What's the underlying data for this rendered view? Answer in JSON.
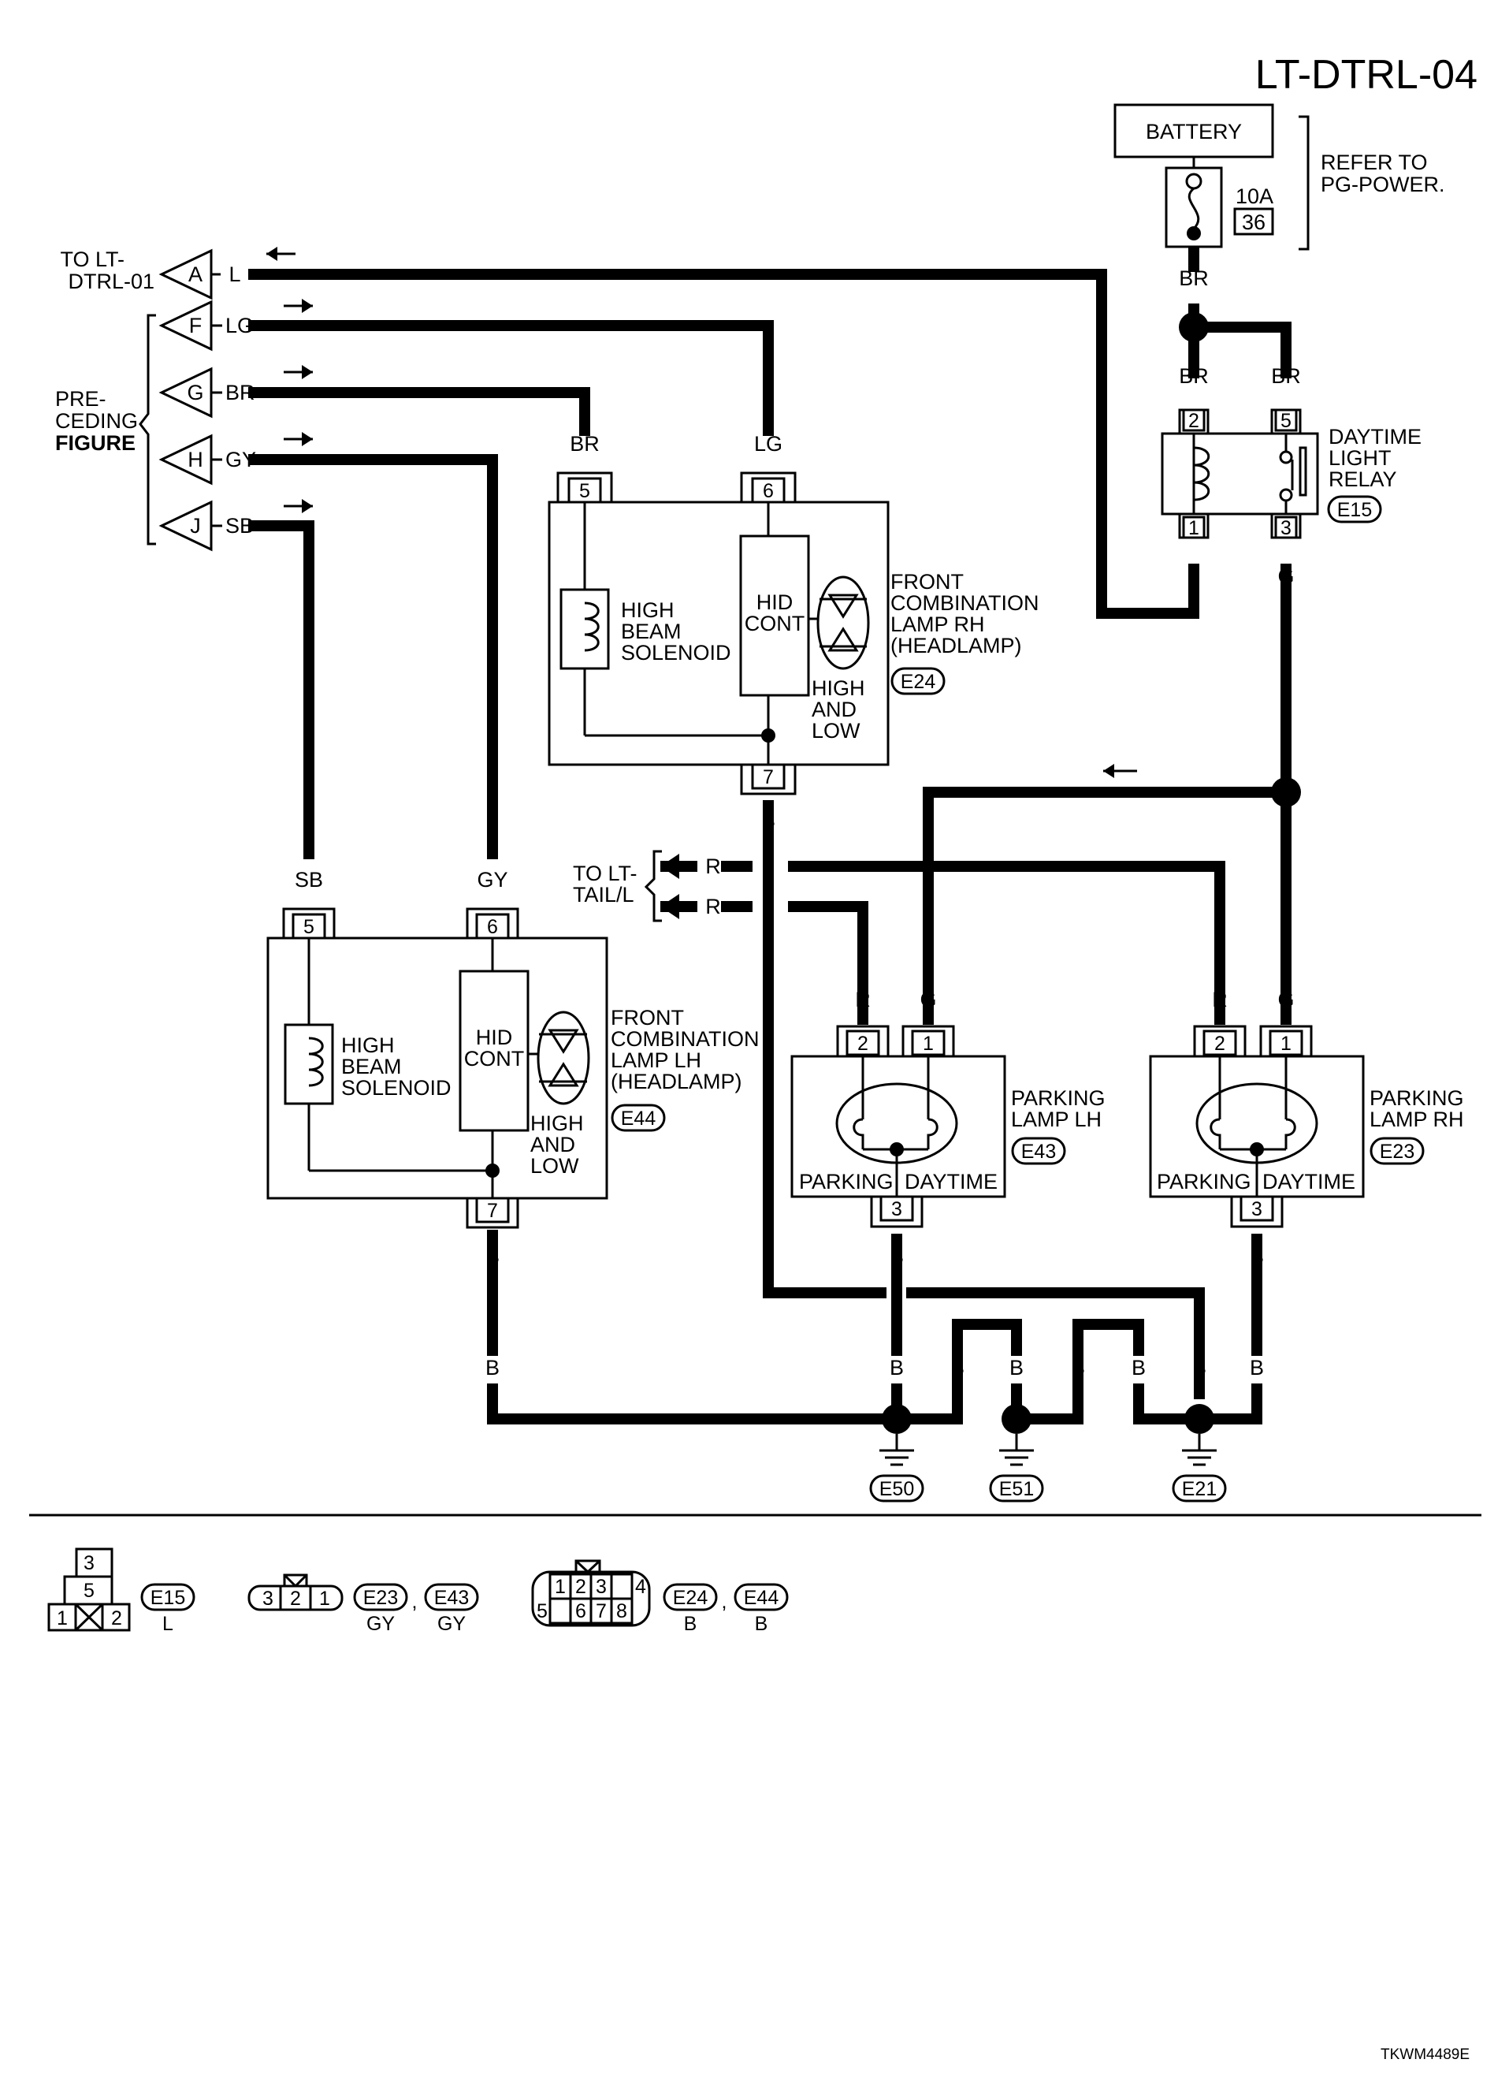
{
  "diagram_id": "LT-DTRL-04",
  "image_code": "TKWM4489E",
  "battery": {
    "label": "BATTERY",
    "fuse_rating": "10A",
    "fuse_number": "36",
    "note": "REFER TO\nPG-POWER."
  },
  "to_lt_dtrl01": "TO LT-\nDTRL-01",
  "preceding_figure": {
    "line1": "PRE-",
    "line2": "CEDING",
    "line3": "FIGURE"
  },
  "to_lt_tail": "TO LT-\nTAIL/L",
  "connectors": {
    "A": {
      "letter": "A",
      "wire": "L"
    },
    "F": {
      "letter": "F",
      "wire": "LG"
    },
    "G": {
      "letter": "G",
      "wire": "BR"
    },
    "H": {
      "letter": "H",
      "wire": "GY"
    },
    "J": {
      "letter": "J",
      "wire": "SB"
    }
  },
  "relay": {
    "name": "DAYTIME\nLIGHT\nRELAY",
    "id": "E15",
    "pins": [
      "2",
      "5",
      "1",
      "3"
    ]
  },
  "lamp_rh": {
    "name": "FRONT\nCOMBINATION\nLAMP RH\n(HEADLAMP)",
    "id": "E24",
    "solenoid": "HIGH\nBEAM\nSOLENOID",
    "hid": "HID\nCONT",
    "beams": "HIGH\nAND\nLOW",
    "pins": [
      "5",
      "6",
      "7"
    ]
  },
  "lamp_lh": {
    "name": "FRONT\nCOMBINATION\nLAMP LH\n(HEADLAMP)",
    "id": "E44",
    "solenoid": "HIGH\nBEAM\nSOLENOID",
    "hid": "HID\nCONT",
    "beams": "HIGH\nAND\nLOW",
    "pins": [
      "5",
      "6",
      "7"
    ]
  },
  "parking_lh": {
    "name": "PARKING\nLAMP LH",
    "id": "E43",
    "parking": "PARKING",
    "daytime": "DAYTIME",
    "pins": [
      "2",
      "1",
      "3"
    ]
  },
  "parking_rh": {
    "name": "PARKING\nLAMP RH",
    "id": "E23",
    "parking": "PARKING",
    "daytime": "DAYTIME",
    "pins": [
      "2",
      "1",
      "3"
    ]
  },
  "wire_labels": {
    "BR": "BR",
    "LG": "LG",
    "L": "L",
    "G": "G",
    "B": "B",
    "R": "R",
    "SB": "SB",
    "GY": "GY"
  },
  "grounds": [
    "E50",
    "E51",
    "E21"
  ],
  "legend": {
    "e15": {
      "id": "E15",
      "color": "L",
      "pins": [
        "3",
        "5",
        "1",
        "2"
      ]
    },
    "e23_43": {
      "ids": [
        "E23",
        "E43"
      ],
      "colors": [
        "GY",
        "GY"
      ],
      "pins": [
        "3",
        "2",
        "1"
      ]
    },
    "e24_44": {
      "ids": [
        "E24",
        "E44"
      ],
      "colors": [
        "B",
        "B"
      ],
      "pins": [
        "1",
        "2",
        "3",
        "4",
        "5",
        "6",
        "7",
        "8"
      ]
    },
    "comma": ","
  }
}
